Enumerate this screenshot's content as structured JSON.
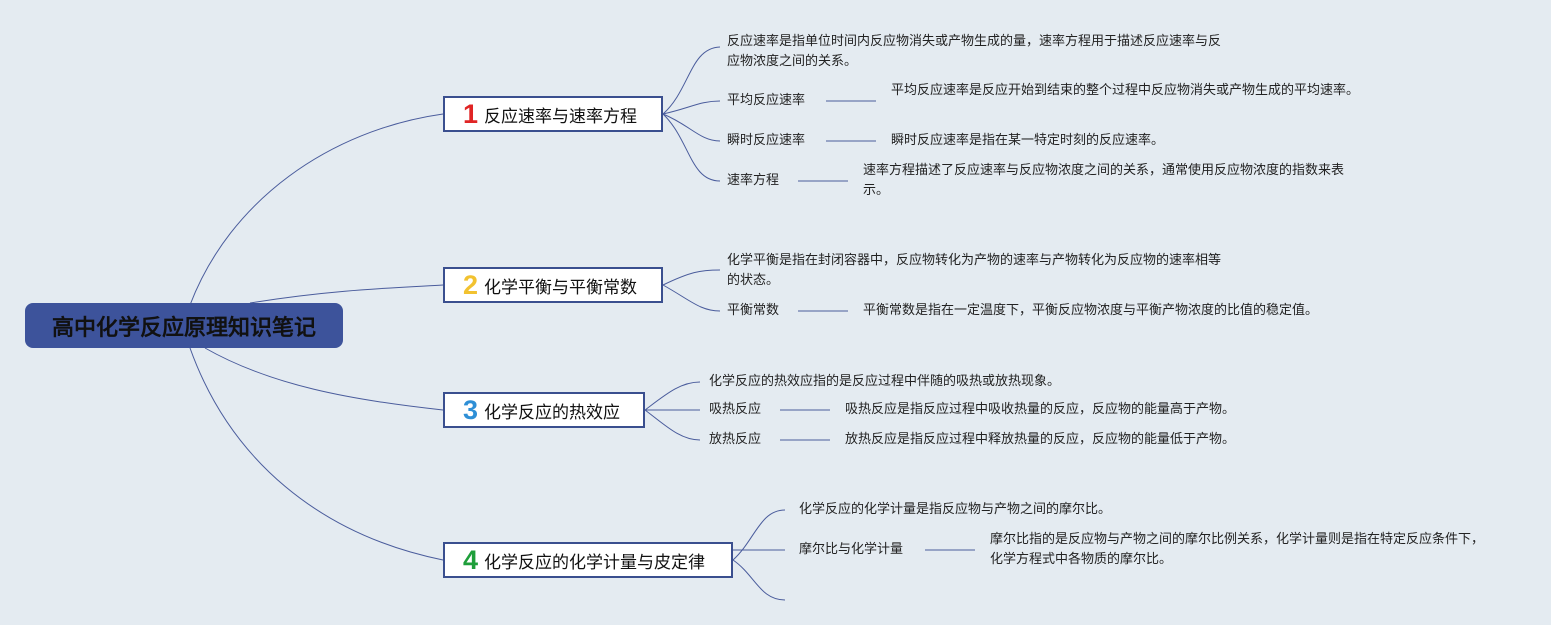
{
  "root": {
    "title": "高中化学反应原理知识笔记"
  },
  "branches": [
    {
      "number": "1",
      "number_color": "#e02424",
      "title": "反应速率与速率方程",
      "summary": "反应速率是指单位时间内反应物消失或产物生成的量，速率方程用于描述反应速率与反应物浓度之间的关系。",
      "children": [
        {
          "label": "平均反应速率",
          "detail": "平均反应速率是反应开始到结束的整个过程中反应物消失或产物生成的平均速率。"
        },
        {
          "label": "瞬时反应速率",
          "detail": "瞬时反应速率是指在某一特定时刻的反应速率。"
        },
        {
          "label": "速率方程",
          "detail": "速率方程描述了反应速率与反应物浓度之间的关系，通常使用反应物浓度的指数来表示。"
        }
      ]
    },
    {
      "number": "2",
      "number_color": "#f2c230",
      "title": "化学平衡与平衡常数",
      "summary": "化学平衡是指在封闭容器中，反应物转化为产物的速率与产物转化为反应物的速率相等的状态。",
      "children": [
        {
          "label": "平衡常数",
          "detail": "平衡常数是指在一定温度下，平衡反应物浓度与平衡产物浓度的比值的稳定值。"
        }
      ]
    },
    {
      "number": "3",
      "number_color": "#2e8fd6",
      "title": "化学反应的热效应",
      "summary": "化学反应的热效应指的是反应过程中伴随的吸热或放热现象。",
      "children": [
        {
          "label": "吸热反应",
          "detail": "吸热反应是指反应过程中吸收热量的反应，反应物的能量高于产物。"
        },
        {
          "label": "放热反应",
          "detail": "放热反应是指反应过程中释放热量的反应，反应物的能量低于产物。"
        }
      ]
    },
    {
      "number": "4",
      "number_color": "#1e9e3a",
      "title": "化学反应的化学计量与皮定律",
      "summary": "化学反应的化学计量是指反应物与产物之间的摩尔比。",
      "children": [
        {
          "label": "摩尔比与化学计量",
          "detail": "摩尔比指的是反应物与产物之间的摩尔比例关系，化学计量则是指在特定反应条件下，化学方程式中各物质的摩尔比。"
        }
      ]
    }
  ],
  "colors": {
    "link": "#4a5c9c",
    "root_bg": "#3d539b",
    "background": "#e4ebf1"
  }
}
